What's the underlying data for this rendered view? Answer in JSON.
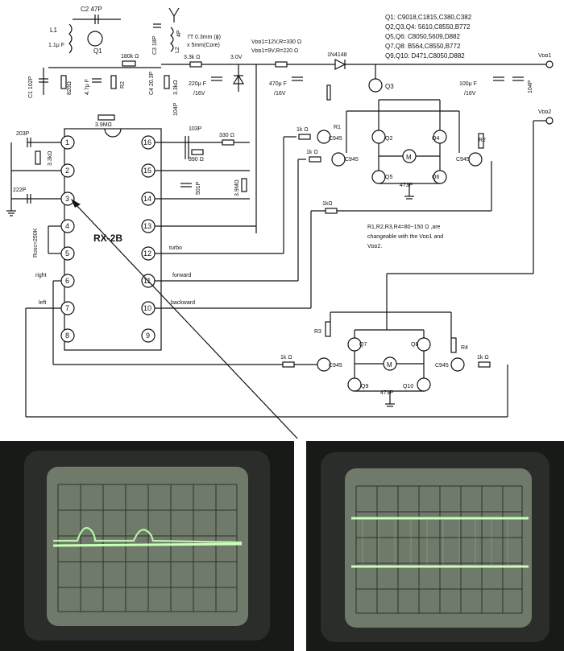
{
  "parts_list": [
    "Q1: C9018,C1815,C380,C382",
    "Q2,Q3,Q4: 5610,C8550,B772",
    "Q5,Q6: C8050,5609,D882",
    "Q7,Q8: B564,C8550,B772",
    "Q9,Q10: D471,C8050,D882"
  ],
  "rail_labels": {
    "vdd1": "Vᴅᴅ1",
    "vdd2": "Vᴅᴅ2"
  },
  "supply_notes": [
    "Vᴅᴅ1=12V,R=330 Ω",
    "Vᴅᴅ1=9V,R=220 Ω"
  ],
  "resistor_note": [
    "R1,R2,R3,R4=80~150 Ω ,are",
    "changeable with the Vᴅᴅ1 and",
    "Vᴅᴅ2."
  ],
  "coil_note": [
    "7T 0.3mm (ϕ)",
    "x 5mm(Core)"
  ],
  "chip": {
    "name": "RX-2B",
    "pins_left": [
      "1",
      "2",
      "3",
      "4",
      "5",
      "6",
      "7",
      "8"
    ],
    "pins_right": [
      "16",
      "15",
      "14",
      "13",
      "12",
      "11",
      "10",
      "9"
    ]
  },
  "signal_labels": {
    "turbo": "turbo",
    "forward": "forward",
    "backward": "backward",
    "right": "right",
    "left": "left"
  },
  "components": {
    "c2": "C2 47P",
    "l1": "L1",
    "l1_value": "1.1μ F",
    "c1": "C1 102P",
    "r820": "820Ω",
    "q1": "Q1",
    "r180k": "180k Ω",
    "r2_top": "R2",
    "c47u": "4.7μ F",
    "c3": "C3 18P",
    "l2": "L2",
    "c4p": "4P",
    "c4": "C4 20.3P",
    "r33k_v": "3.3kΩ",
    "c104_mid": "104P",
    "r33k_h": "3.3k Ω",
    "v30": "3.0V",
    "c220u": "220μ F",
    "c220u_v": "/16V",
    "c470u": "470μ F",
    "c470u_v": "/16V",
    "d1": "1N4148",
    "c100u": "100μ F",
    "c100u_v": "/16V",
    "c104_right": "104P",
    "r39m_top": "3.9MΩ",
    "c203": "203P",
    "r33k_left": "3.3kΩ",
    "c222": "222P",
    "rosc": "Rosc=250K",
    "c103": "103P",
    "r330": "330 Ω",
    "r390": "390 Ω",
    "c501": "501P",
    "r39m_side": "3.9MΩ",
    "r1": "R1",
    "r2": "R2",
    "r3": "R3",
    "r4": "R4",
    "r1k_a": "1k Ω",
    "r1k_b": "1k Ω",
    "r1k_c": "1kΩ",
    "r1k_d": "1k Ω",
    "r1k_e": "1k Ω",
    "q2": "Q2",
    "q3": "Q3",
    "q4": "Q4",
    "q5": "Q5",
    "q6": "Q6",
    "q7": "Q7",
    "q8": "Q8",
    "q9": "Q9",
    "q10": "Q10",
    "c945_1": "C945",
    "c945_2": "C945",
    "c945_3": "C945",
    "c945_4": "C945",
    "c945_5": "C945",
    "motor": "M",
    "c473_1": "473P",
    "c473_2": "473P"
  }
}
